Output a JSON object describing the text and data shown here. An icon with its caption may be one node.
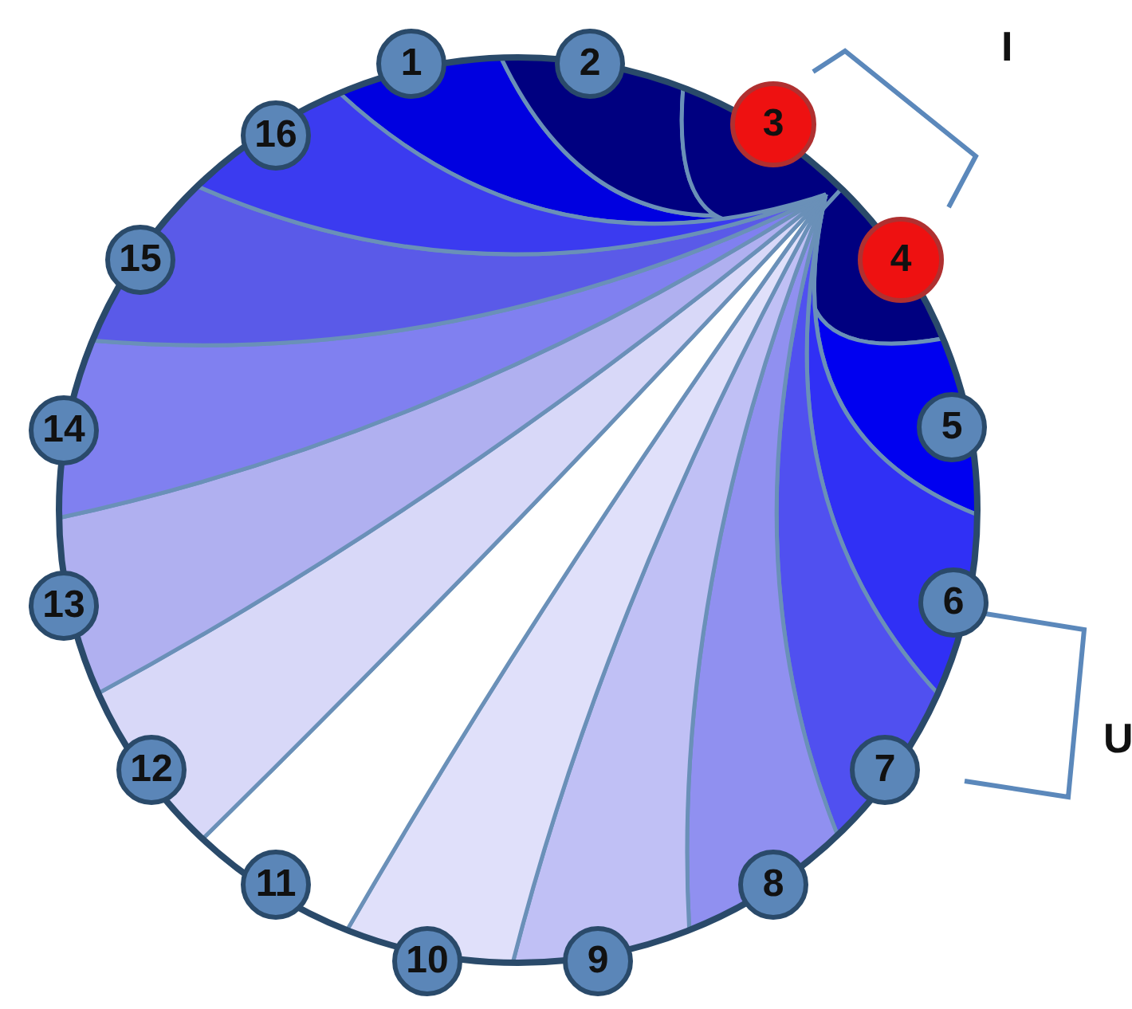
{
  "diagram": {
    "nodes": [
      {
        "text": [
          "1"
        ]
      },
      {
        "text": [
          "2"
        ]
      },
      {
        "text": [
          "3"
        ]
      },
      {
        "text": [
          "4"
        ]
      },
      {
        "text": [
          "5"
        ]
      },
      {
        "text": [
          "6"
        ]
      },
      {
        "text": [
          "7"
        ]
      },
      {
        "text": [
          "8"
        ]
      },
      {
        "text": [
          "9"
        ]
      },
      {
        "text": [
          "10"
        ]
      },
      {
        "text": [
          "11"
        ]
      },
      {
        "text": [
          "12"
        ]
      },
      {
        "text": [
          "13"
        ]
      },
      {
        "text": [
          "14"
        ]
      },
      {
        "text": [
          "15"
        ]
      },
      {
        "text": [
          "16"
        ]
      }
    ],
    "labels": [
      "I",
      "U"
    ]
  }
}
